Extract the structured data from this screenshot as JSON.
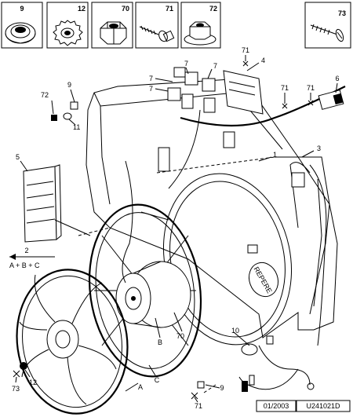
{
  "parts_bar": [
    {
      "number": "9"
    },
    {
      "number": "12"
    },
    {
      "number": "70"
    },
    {
      "number": "71"
    },
    {
      "number": "72"
    }
  ],
  "part_73": {
    "number": "73"
  },
  "callouts": {
    "c71a": "71",
    "c4": "4",
    "c7a": "7",
    "c7b": "7",
    "c7c": "7",
    "c7d": "7",
    "c9a": "9",
    "c72": "72",
    "c11": "11",
    "c71b": "71",
    "c71c": "71",
    "c6": "6",
    "c3": "3",
    "c1": "1",
    "c5": "5",
    "c2": "2",
    "c10": "10",
    "cB": "B",
    "c70": "70",
    "cC": "C",
    "cA": "A",
    "c12": "12",
    "c73": "73",
    "c9b": "9",
    "c71d": "71"
  },
  "assembly_formula": "A + B + C",
  "repere_text": "REPERE",
  "date": "01/2003",
  "reference": "U241021D"
}
